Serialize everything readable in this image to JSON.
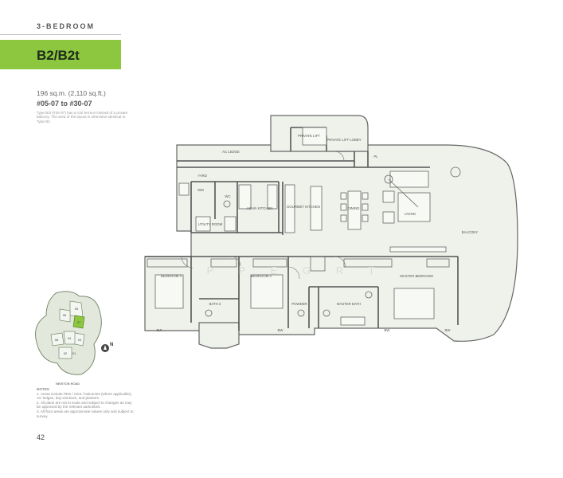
{
  "header": {
    "category": "3-BEDROOM",
    "unit_type": "B2/B2t"
  },
  "unit_info": {
    "area": "196 sq.m. (2,110 sq.ft.)",
    "unit_numbers": "#05-07 to #30-07",
    "note": "Type B2t (#30-07) has a roof terrace instead of a private balcony. The area of the layout is otherwise identical to Type B2."
  },
  "rooms": {
    "private_lift": "PRIVATE LIFT",
    "private_lift_lobby": "PRIVATE LIFT LOBBY",
    "ac_ledge": "AC LEDGE",
    "pl": "PL",
    "yard": "YARD",
    "wm": "WM",
    "wc": "WC",
    "asian_kitchen": "ASIAN KITCHEN",
    "gourmet_kitchen": "GOURMET KITCHEN",
    "dining": "DINING",
    "living": "LIVING",
    "utility_room": "UTILITY ROOM",
    "balcony": "BALCONY",
    "bedroom3": "BEDROOM 3",
    "bedroom2": "BEDROOM 2",
    "bath2": "BATH 2",
    "powder": "POWDER",
    "master_bath": "MASTER BATH",
    "master_bedroom": "MASTER BEDROOM",
    "bw": "BW"
  },
  "watermark": "P P E G R T",
  "keyplan": {
    "blocks": [
      "05",
      "06",
      "07",
      "08",
      "04",
      "03",
      "02",
      "01"
    ],
    "road": "NEWTON ROAD",
    "north": "N"
  },
  "notes": {
    "heading": "NOTES",
    "items": [
      "1. Areas include PES / CES / balconies (where applicable), AC ledges, bay windows, and planters.",
      "2. All plans are not to scale and subject to changes as may be approved by the relevant authorities.",
      "3. All floor areas are approximate values only and subject to survey."
    ]
  },
  "page_number": "42",
  "colors": {
    "accent": "#8dc63f",
    "plan_fill": "#eef2ea",
    "wall": "#555555"
  }
}
